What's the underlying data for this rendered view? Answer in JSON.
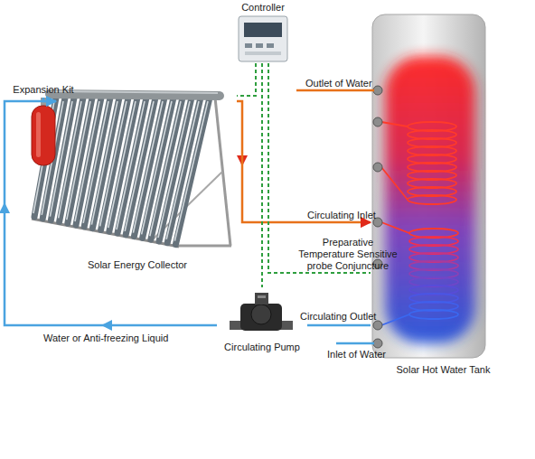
{
  "diagram": {
    "nodes": [
      {
        "text": [
          "Controller"
        ]
      },
      {
        "text": [
          "Expansion Kit"
        ]
      },
      {
        "text": [
          "Solar Energy Collector"
        ]
      },
      {
        "text": [
          "Circulating Pump"
        ]
      },
      {
        "text": [
          "Solar Hot Water Tank"
        ]
      }
    ],
    "edges": [
      {
        "from": 2,
        "to": 4,
        "arrow": "to",
        "label": "Circulating Inlet"
      },
      {
        "from": 4,
        "to": 3,
        "arrow": "none",
        "label": "Circulating Outlet"
      },
      {
        "from": 3,
        "to": 2,
        "arrow": "to",
        "label": "Water or Anti-freezing Liquid"
      },
      {
        "from": 1,
        "to": 2,
        "arrow": "none"
      },
      {
        "from": 0,
        "to": 2,
        "arrow": "none"
      },
      {
        "from": 0,
        "to": 3,
        "arrow": "none"
      },
      {
        "from": 0,
        "to": 4,
        "arrow": "none"
      }
    ],
    "labels": [
      "Outlet of Water",
      "Preparative Temperature Sensitive probe Conjuncture",
      "Inlet of Water"
    ]
  }
}
